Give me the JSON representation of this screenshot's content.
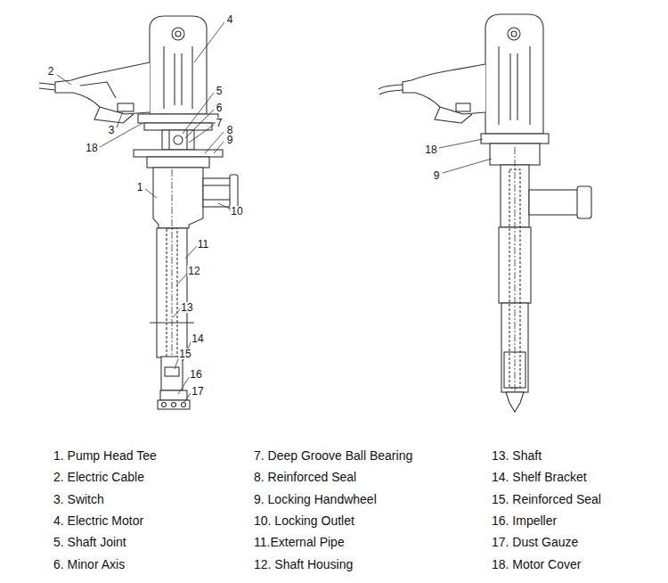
{
  "diagram": {
    "labels": [
      "2",
      "4",
      "5",
      "6",
      "7",
      "8",
      "9",
      "18",
      "3",
      "1",
      "10",
      "11",
      "12",
      "13",
      "14",
      "15",
      "16",
      "17",
      "18",
      "9",
      "1. Pump Head Tee",
      "2. Electric Cable",
      "3. Switch",
      "4. Electric Motor",
      "5. Shaft Joint",
      "6. Minor Axis",
      "7. Deep Groove Ball Bearing",
      "8. Reinforced Seal",
      "9. Locking Handwheel",
      "10. Locking Outlet",
      "11.External Pipe",
      "12. Shaft Housing",
      "13. Shaft",
      "14. Shelf Bracket",
      "15. Reinforced Seal",
      "16. Impeller",
      "17. Dust Gauze",
      "18. Motor Cover"
    ]
  }
}
